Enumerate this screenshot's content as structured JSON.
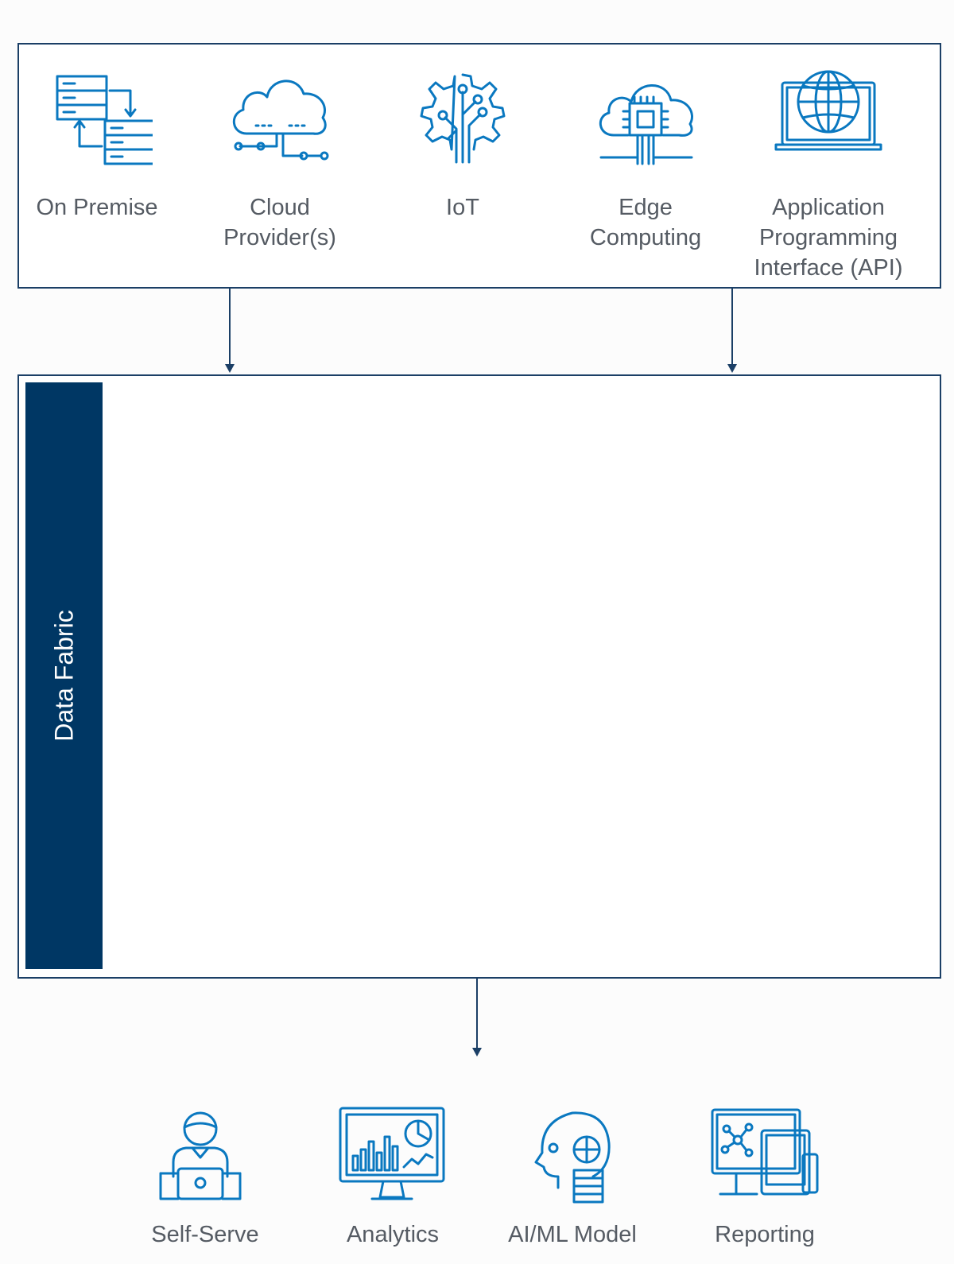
{
  "sources": [
    {
      "icon": "server-transfer-icon",
      "label": "On Premise"
    },
    {
      "icon": "cloud-network-icon",
      "label": "Cloud\nProvider(s)"
    },
    {
      "icon": "gear-circuit-icon",
      "label": "IoT"
    },
    {
      "icon": "cloud-chip-icon",
      "label": "Edge\nComputing"
    },
    {
      "icon": "laptop-globe-icon",
      "label": "Application\nProgramming\nInterface (API)"
    }
  ],
  "fabric": {
    "label": "Data Fabric"
  },
  "outputs": [
    {
      "icon": "user-laptop-icon",
      "label": "Self-Serve"
    },
    {
      "icon": "monitor-chart-icon",
      "label": "Analytics"
    },
    {
      "icon": "head-ai-icon",
      "label": "AI/ML Model"
    },
    {
      "icon": "devices-network-icon",
      "label": "Reporting"
    }
  ],
  "colors": {
    "line": "#1b3f66",
    "icon": "#0a78c0",
    "fabric_bar": "#003764",
    "text": "#555b63"
  }
}
